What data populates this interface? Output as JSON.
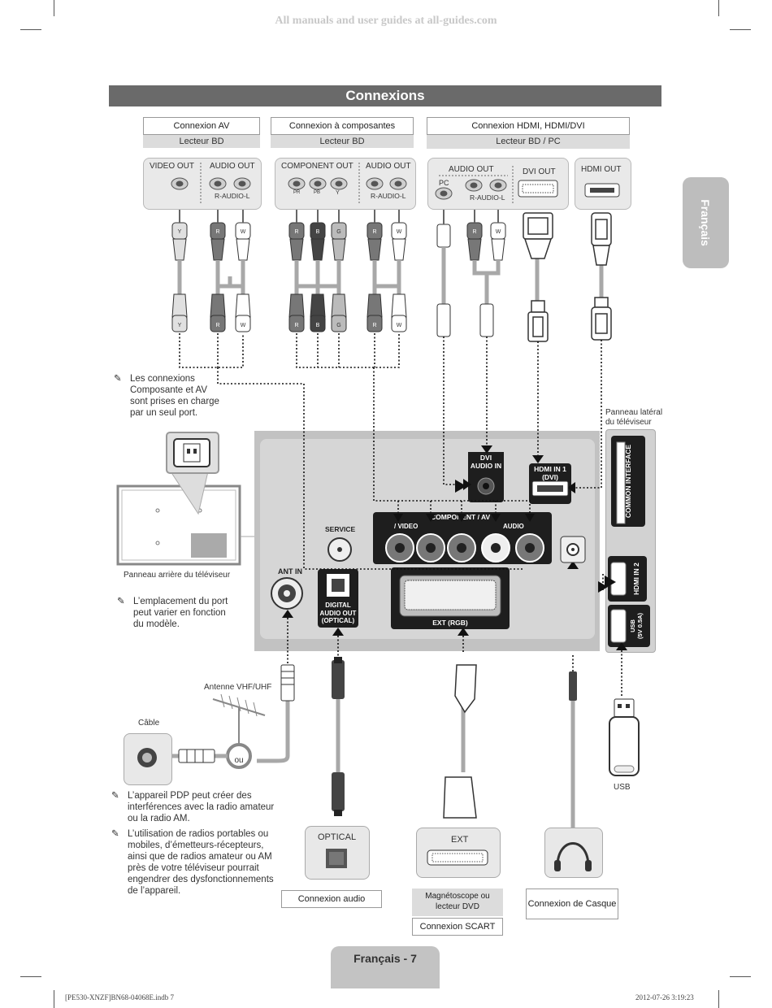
{
  "watermark": "All manuals and user guides at all-guides.com",
  "title": "Connexions",
  "side_tab": "Français",
  "sections": {
    "av": {
      "title": "Connexion AV",
      "device": "Lecteur BD",
      "video_out": "VIDEO OUT",
      "audio_out": "AUDIO OUT",
      "audio_sub": "R-AUDIO-L"
    },
    "component": {
      "title": "Connexion à composantes",
      "device": "Lecteur BD",
      "component_out": "COMPONENT OUT",
      "audio_out": "AUDIO OUT",
      "audio_sub": "R-AUDIO-L",
      "pins": [
        "PR",
        "PB",
        "Y"
      ]
    },
    "hdmi": {
      "title": "Connexion HDMI, HDMI/DVI",
      "device": "Lecteur BD / PC",
      "audio_out": "AUDIO OUT",
      "pc": "PC",
      "audio_sub": "R-AUDIO-L",
      "dvi_out": "DVI OUT",
      "hdmi_out": "HDMI OUT"
    }
  },
  "plug_letters": {
    "y": "Y",
    "r": "R",
    "w": "W",
    "b": "B",
    "g": "G"
  },
  "notes": {
    "single_port": [
      "Les connexions",
      "Composante et AV",
      "sont prises en charge",
      "par un seul port."
    ],
    "port_location": [
      "L’emplacement du port",
      "peut varier en fonction",
      "du modèle."
    ],
    "pdp": [
      "L’appareil PDP peut créer des",
      "interférences avec la radio amateur",
      "ou la radio AM."
    ],
    "radios": [
      "L’utilisation de radios portables ou",
      "mobiles, d’émetteurs-récepteurs,",
      "ainsi que de radios amateur ou AM",
      "près de votre téléviseur pourrait",
      "engendrer des dysfonctionnements",
      "de l’appareil."
    ]
  },
  "tv": {
    "rear_label": "Panneau arrière du téléviseur",
    "side_label": [
      "Panneau latéral",
      "du téléviseur"
    ],
    "dvi_audio_in": [
      "DVI",
      "AUDIO IN"
    ],
    "hdmi_in_1": [
      "HDMI IN 1",
      "(DVI)"
    ],
    "component_av": "COMPONENT / AV",
    "y_video": "/ VIDEO",
    "audio": "AUDIO",
    "service": "SERVICE",
    "ant_in": "ANT IN",
    "digital_audio_out": [
      "DIGITAL",
      "AUDIO OUT",
      "(OPTICAL)"
    ],
    "ext_rgb": "EXT (RGB)",
    "common_interface": "COMMON INTERFACE",
    "hdmi_in_2": "HDMI IN 2",
    "usb": [
      "USB",
      "(5V 0.5A)"
    ]
  },
  "antenna": {
    "label": "Antenne VHF/UHF",
    "cable": "Câble",
    "or": "ou"
  },
  "bottom": {
    "optical": "OPTICAL",
    "audio_conn": "Connexion audio",
    "ext": "EXT",
    "vcr": [
      "Magnétoscope ou",
      "lecteur DVD"
    ],
    "scart_conn": "Connexion SCART",
    "headphone_conn": "Connexion de Casque",
    "usb": "USB"
  },
  "footer": {
    "page": "Français - 7",
    "file": "[PE530-XNZF]BN68-04068E.indb   7",
    "date": "2012-07-26   3:19:23"
  }
}
